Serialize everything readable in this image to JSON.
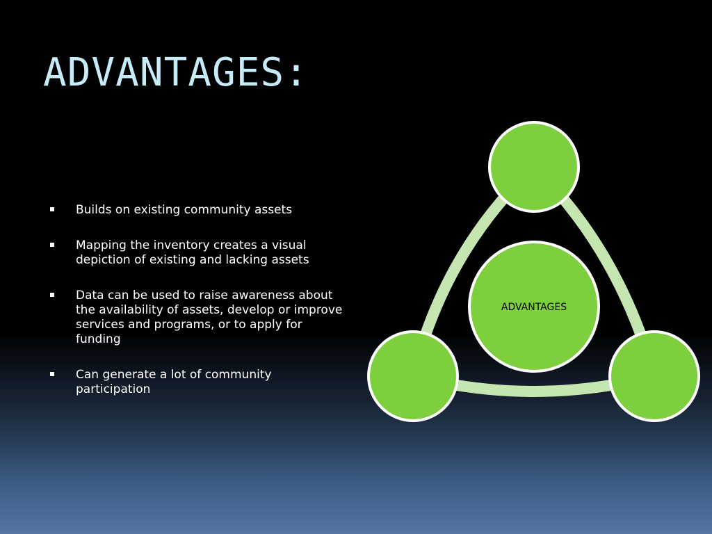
{
  "slide": {
    "title": "ADVANTAGES:",
    "bullets": [
      "Builds on existing community assets",
      "Mapping the inventory creates a visual depiction of existing and lacking assets",
      "Data can be used to raise awareness about the availability of assets, develop or improve services and programs, or to apply for funding",
      "Can generate a lot of community participation"
    ]
  },
  "diagram": {
    "center_label": "ADVANTAGES",
    "node_color": "#7dcf3e",
    "ring_color": "#c5e6b0",
    "outline_color": "#ffffff"
  }
}
